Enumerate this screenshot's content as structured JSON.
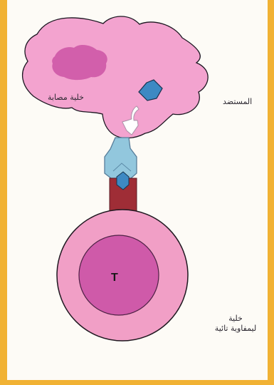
{
  "diagram": {
    "labels": {
      "infected_cell": "خلية مصابة",
      "antigen": "المستضد",
      "t_cell_line1": "خلية",
      "t_cell_line2": "ليمفاوية تائية",
      "t_marker": "T"
    },
    "colors": {
      "infected_cell_fill": "#f3a3cf",
      "infected_cell_outline": "#1b1620",
      "nucleus_fill": "#d05ca9",
      "antigen_fill": "#3d89c3",
      "receptor_fill": "#92c7dd",
      "receptor_base": "#9f2d36",
      "t_cell_fill": "#f19fc6",
      "t_cell_inner": "#cf5aa9",
      "arrow_fill": "#ffffff",
      "frame": "#f1b234"
    }
  }
}
